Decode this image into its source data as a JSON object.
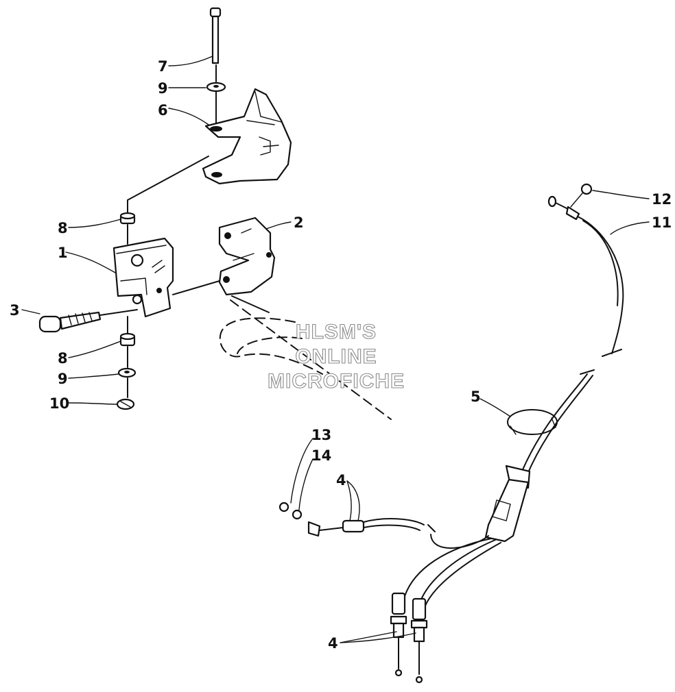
{
  "watermark": [
    "HLSM'S",
    "ONLINE",
    "MICROFICHE"
  ],
  "callouts": {
    "c1": "1",
    "c2": "2",
    "c3": "3",
    "c4a": "4",
    "c4b": "4",
    "c5": "5",
    "c6": "6",
    "c7": "7",
    "c8a": "8",
    "c8b": "8",
    "c9a": "9",
    "c9b": "9",
    "c10": "10",
    "c11": "11",
    "c12": "12",
    "c13": "13",
    "c14": "14"
  },
  "colors": {
    "ink": "#111111",
    "watermark_outline": "#8a8a8a",
    "background": "#ffffff"
  }
}
